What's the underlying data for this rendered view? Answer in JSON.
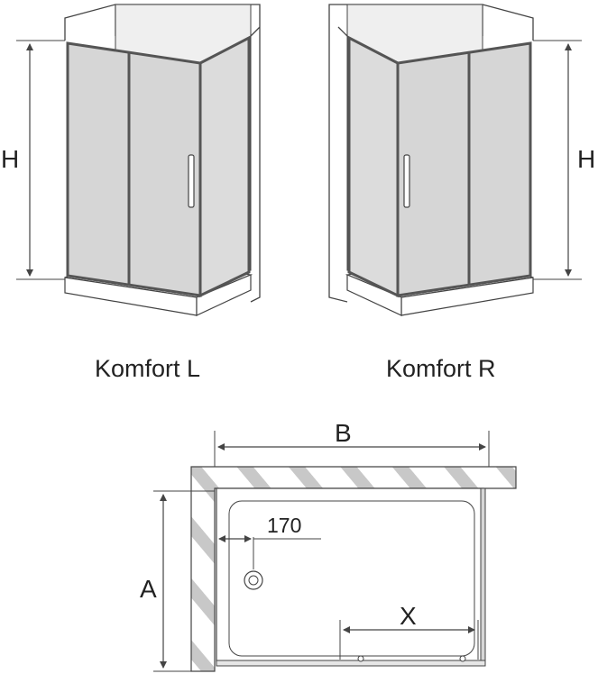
{
  "views": {
    "left": {
      "caption": "Komfort L",
      "height_label": "H"
    },
    "right": {
      "caption": "Komfort R",
      "height_label": "H"
    }
  },
  "plan": {
    "width_label": "B",
    "depth_label": "A",
    "drain_offset_label": "170",
    "opening_label": "X"
  },
  "colors": {
    "line": "#444444",
    "glass": "#d6d6d6",
    "frame": "#555555",
    "hatch": "#c8c8c8"
  }
}
